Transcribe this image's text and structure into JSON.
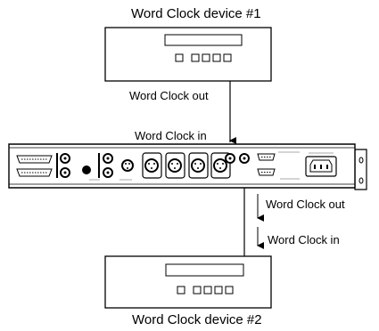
{
  "devices": {
    "top": {
      "title": "Word Clock device #1"
    },
    "bottom": {
      "title": "Word Clock device #2"
    }
  },
  "signals": {
    "out_1": "Word Clock out",
    "in_1": "Word Clock in",
    "out_2": "Word Clock out",
    "in_2": "Word Clock in"
  }
}
